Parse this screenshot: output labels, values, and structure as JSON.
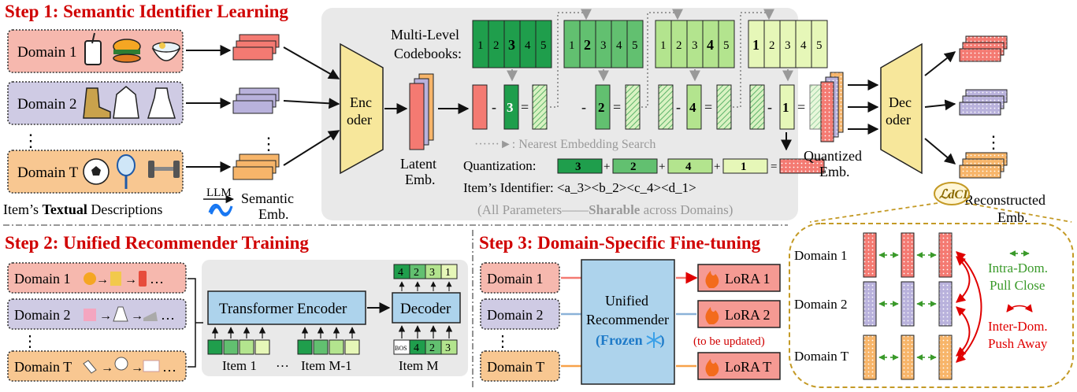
{
  "colors": {
    "red": "#d00000",
    "domain1_fill": "#f6b8ae",
    "domain2_fill": "#cfcbe4",
    "domainT_fill": "#f8c791",
    "encoder_fill": "#f7e79b",
    "gray_panel": "#e9e9e9",
    "blue_box": "#add3ec",
    "green_dark": "#1f9e4c",
    "green_mid": "#62c070",
    "green_light": "#b3e48e",
    "green_pale": "#e6f7b8",
    "lora_fill": "#f59a93",
    "dcl_border": "#c49a25"
  },
  "step1": {
    "title": "Step 1: Semantic Identifier Learning",
    "domain1": "Domain 1",
    "domain2": "Domain 2",
    "domainT": "Domain T",
    "dots": "⋮",
    "textual_prefix": "Item’s ",
    "textual_bold": "Textual",
    "textual_suffix": " Descriptions",
    "llm": "LLM",
    "semantic_emb_1": "Semantic",
    "semantic_emb_2": "Emb.",
    "encoder_1": "Enc",
    "encoder_2": "oder",
    "latent_1": "Latent",
    "latent_2": "Emb.",
    "codebook_1": "Multi-Level",
    "codebook_2": "Codebooks:",
    "codebook_numbers": [
      "1",
      "2",
      "3",
      "4",
      "5"
    ],
    "codebook_bold_index": [
      "3",
      "2",
      "4",
      "1"
    ],
    "minus": "-",
    "equals": "=",
    "plus": "+",
    "nearest": "Nearest Embedding Search",
    "nearest_prefix": "······►:",
    "quantization_label": "Quantization:",
    "identifier": "Item’s Identifier: <a_3><b_2><c_4><d_1>",
    "sharable_prefix": "(All Parameters——",
    "sharable_bold": "Sharable",
    "sharable_suffix": " across Domains)",
    "quantized_1": "Quantized",
    "quantized_2": "Emb.",
    "decoder_1": "Dec",
    "decoder_2": "oder",
    "reconstructed_1": "Reconstructed",
    "reconstructed_2": "Emb.",
    "dcl_loss": "ℒdCL"
  },
  "step2": {
    "title": "Step 2: Unified Recommender Training",
    "domain1": "Domain 1",
    "domain2": "Domain 2",
    "domainT": "Domain T",
    "ellipsis": "…",
    "dots": "⋮",
    "transformer": "Transformer Encoder",
    "decoder": "Decoder",
    "item1": "Item 1",
    "mid_dots": "…",
    "itemM1": "Item M-1",
    "itemM": "Item M",
    "output_tokens": [
      "4",
      "2",
      "3",
      "1"
    ],
    "input_tokens": [
      "BOS",
      "4",
      "2",
      "3"
    ]
  },
  "step3": {
    "title": "Step 3: Domain-Specific Fine-tuning",
    "domain1": "Domain 1",
    "domain2": "Domain 2",
    "domainT": "Domain T",
    "dots": "⋮",
    "unified_1": "Unified",
    "unified_2": "Recommender",
    "frozen": "(Frozen",
    "frozen_close": ")",
    "lora1": "LoRA 1",
    "lora2": "LoRA 2",
    "loraT": "LoRA T",
    "to_update": "(to be updated)"
  },
  "dcl": {
    "domain1": "Domain 1",
    "domain2": "Domain 2",
    "domainT": "Domain T",
    "intra_1": "Intra-Dom.",
    "intra_2": "Pull Close",
    "inter_1": "Inter-Dom.",
    "inter_2": "Push Away"
  }
}
